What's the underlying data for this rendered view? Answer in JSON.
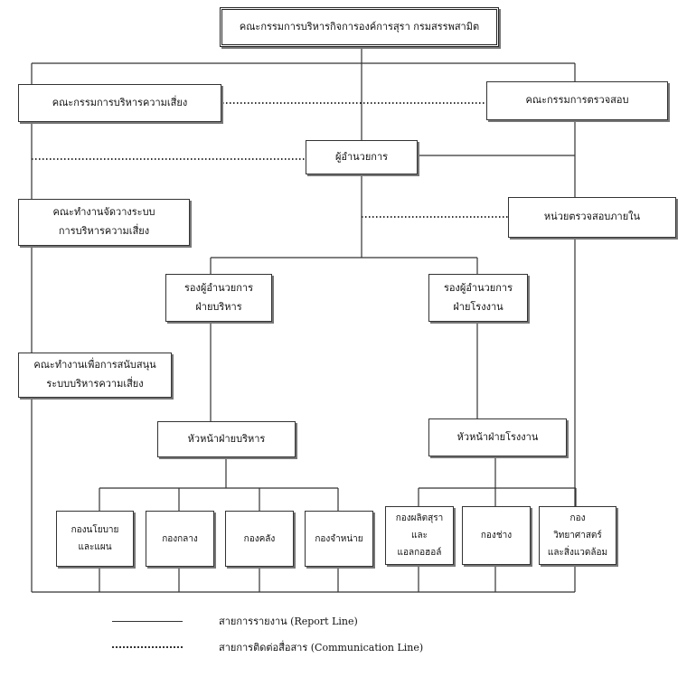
{
  "boxes": {
    "board": "คณะกรรมการบริหารกิจการองค์การสุรา กรมสรรพสามิต",
    "risk_committee": "คณะกรรมการบริหารความเสี่ยง",
    "audit_committee": "คณะกรรมการตรวจสอบ",
    "director": "ผู้อำนวยการ",
    "risk_working_group": [
      "คณะทำงานจัดวางระบบ",
      "การบริหารความเสี่ยง"
    ],
    "internal_audit": "หน่วยตรวจสอบภายใน",
    "deputy_admin": [
      "รองผู้อำนวยการ",
      "ฝ่ายบริหาร"
    ],
    "deputy_factory": [
      "รองผู้อำนวยการ",
      "ฝ่ายโรงงาน"
    ],
    "risk_support_group": [
      "คณะทำงานเพื่อการสนับสนุน",
      "ระบบบริหารความเสี่ยง"
    ],
    "head_admin": "หัวหน้าฝ่ายบริหาร",
    "head_factory": "หัวหน้าฝ่ายโรงงาน",
    "div_policy": [
      "กองนโยบาย",
      "และแผน"
    ],
    "div_central": "กองกลาง",
    "div_treasury": "กองคลัง",
    "div_distribution": "กองจำหน่าย",
    "div_production": [
      "กองผลิตสุรา",
      "และ",
      "แอลกอฮอล์"
    ],
    "div_engineering": "กองช่าง",
    "div_science": [
      "กอง",
      "วิทยาศาสตร์",
      "และสิ่งแวดล้อม"
    ]
  },
  "legend": {
    "report_line": "สายการรายงาน   (Report Line)",
    "communication_line": "สายการติดต่อสื่อสาร  (Communication Line)"
  }
}
